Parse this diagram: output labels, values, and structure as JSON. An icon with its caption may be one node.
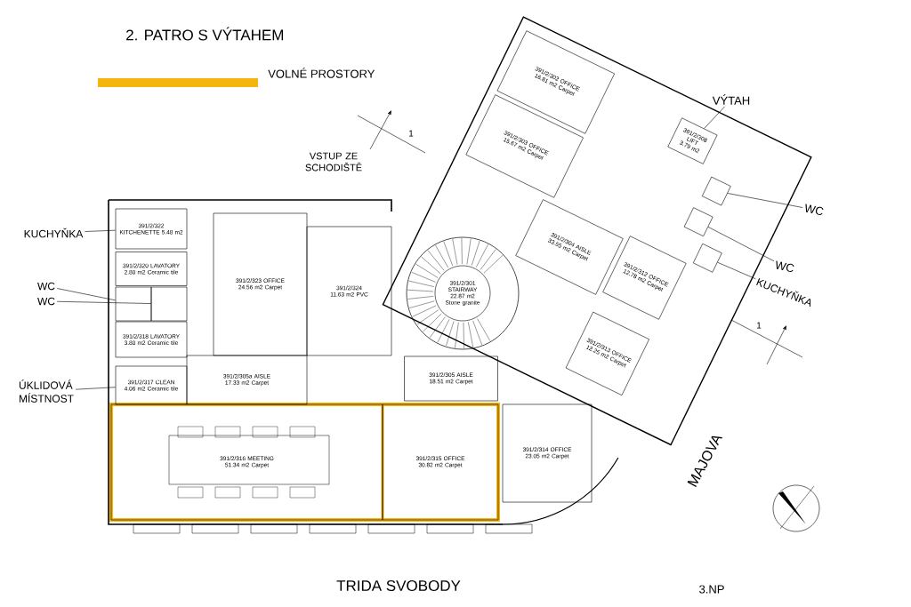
{
  "diagram": {
    "title": "2. PATRO S VÝTAHEM",
    "nodes": [
      {
        "text": [
          "391/2/302 OFFICE 16.81 m2 Carpet"
        ]
      },
      {
        "text": [
          "391/2/303 OFFICE 15.67 m2 Carpet"
        ]
      },
      {
        "text": [
          "391/2/304 AISLE 33.55 m2 Carpet"
        ]
      },
      {
        "text": [
          "391/2/308 LIFT 3.79 m2"
        ]
      },
      {
        "text": [],
        "shape": "box"
      },
      {
        "text": [],
        "shape": "box"
      },
      {
        "text": [],
        "shape": "box"
      },
      {
        "text": [
          "391/2/312 OFFICE 12.78 m2 Carpet"
        ]
      },
      {
        "text": [
          "391/2/313 OFFICE 12.25 m2 Carpet"
        ]
      },
      {
        "text": [
          "391/2/314 OFFICE 23.05 m2 Carpet"
        ]
      },
      {
        "text": [
          "391/2/301 STAIRWAY 22.87 m2 Stone granite"
        ]
      },
      {
        "text": [
          "391/2/305 AISLE 18.51 m2 Carpet"
        ]
      },
      {
        "text": [
          "391/2/315 OFFICE 30.82 m2 Carpet"
        ]
      },
      {
        "text": [
          "391/2/316 MEETING 51.34 m2 Carpet"
        ]
      },
      {
        "text": [
          "391/2/305a AISLE 17.33 m2 Carpet"
        ]
      },
      {
        "text": [
          "391/2/323 OFFICE 24.56 m2 Carpet"
        ]
      },
      {
        "text": [
          "391/2/324 11.63 m2 PVC"
        ]
      },
      {
        "text": [
          "391/2/322 KITCHENETTE 5.48 m2"
        ]
      },
      {
        "text": [
          "391/2/320 LAVATORY 2.80 m2 Ceramic tile"
        ]
      },
      {
        "text": [],
        "shape": "box"
      },
      {
        "text": [],
        "shape": "box"
      },
      {
        "text": [
          "391/2/318 LAVATORY 3.80 m2 Ceramic tile"
        ]
      },
      {
        "text": [
          "391/2/317 CLEAN 4.06 m2 Ceramic tile"
        ]
      },
      {
        "text": [
          "VÝTAH"
        ]
      },
      {
        "text": [
          "WC"
        ]
      },
      {
        "text": [
          "WC"
        ]
      },
      {
        "text": [
          "KUCHYŇKA"
        ]
      },
      {
        "text": [
          "KUCHYŇKA"
        ]
      },
      {
        "text": [
          "WC"
        ]
      },
      {
        "text": [
          "WC"
        ]
      },
      {
        "text": [
          "ÚKLIDOVÁ MÍSTNOST"
        ]
      }
    ],
    "edges": [
      {
        "from": 23,
        "to": 3,
        "arrow": "none"
      },
      {
        "from": 24,
        "to": 4,
        "arrow": "none"
      },
      {
        "from": 25,
        "to": 5,
        "arrow": "none"
      },
      {
        "from": 26,
        "to": 6,
        "arrow": "none"
      },
      {
        "from": 27,
        "to": 17,
        "arrow": "none"
      },
      {
        "from": 28,
        "to": 19,
        "arrow": "none"
      },
      {
        "from": 29,
        "to": 20,
        "arrow": "none"
      },
      {
        "from": 30,
        "to": 22,
        "arrow": "none"
      }
    ],
    "labels": [
      "VSTUP ZE SCHODIŠTĚ",
      "1",
      "1",
      "MAJOVA",
      "TRIDA SVOBODY",
      "3.NP"
    ],
    "legend": [
      {
        "text": "VOLNÉ PROSTORY",
        "color": "#f5b50f"
      }
    ]
  }
}
